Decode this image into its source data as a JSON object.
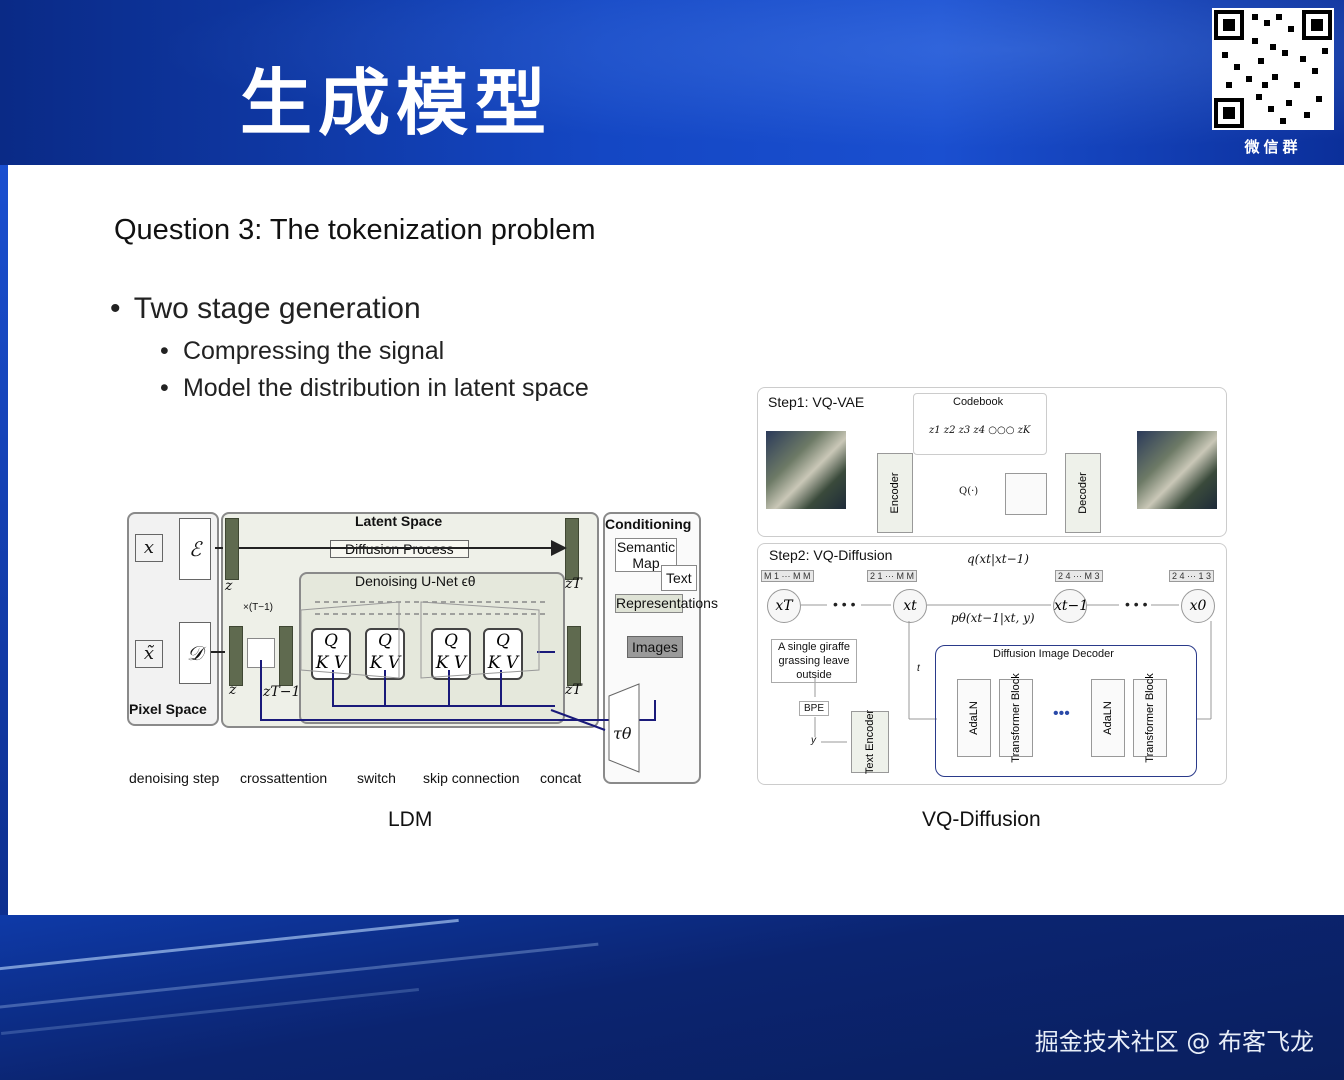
{
  "header": {
    "title": "生成模型",
    "qr_label": "微信群"
  },
  "slide": {
    "question": "Question 3: The tokenization problem",
    "bullets": {
      "main": "Two stage generation",
      "sub1": "Compressing the signal",
      "sub2": "Model the distribution in latent space"
    }
  },
  "ldm": {
    "caption": "LDM",
    "latent_space": "Latent Space",
    "diffusion_process": "Diffusion Process",
    "denoising_unet": "Denoising U-Net ϵθ",
    "pixel_space": "Pixel Space",
    "conditioning": "Conditioning",
    "cond_items": {
      "semantic_map": "Semantic Map",
      "text": "Text",
      "representations": "Representations",
      "images": "Images"
    },
    "symbols": {
      "x": "x",
      "enc": "ℰ",
      "xt": "x̃",
      "dec": "𝒟",
      "z": "z",
      "zT": "zT",
      "zT1": "zT−1",
      "tau": "τθ",
      "times": "×(T−1)"
    },
    "qkv": {
      "q": "Q",
      "kv": "K V"
    },
    "legend": {
      "denoising_step": "denoising step",
      "crossattention": "crossattention",
      "switch": "switch",
      "skip": "skip connection",
      "concat": "concat"
    }
  },
  "vq": {
    "caption": "VQ-Diffusion",
    "step1": "Step1: VQ-VAE",
    "codebook": "Codebook",
    "codebook_z": "z1 z2 z3 z4 ○○○ zK",
    "encoder": "Encoder",
    "decoder": "Decoder",
    "quant": "Q(·)",
    "step2": "Step2: VQ-Diffusion",
    "q_label": "q(xt|xt−1)",
    "p_label": "pθ(xt−1|xt, y)",
    "nodes": {
      "xT": "xT",
      "xt": "xt",
      "xt1": "xt−1",
      "x0": "x0"
    },
    "tokens": {
      "t1": "M 1 ··· M M",
      "t2": "2 1 ··· M M",
      "t3": "2 4 ··· M 3",
      "t4": "2 4 ··· 1 3"
    },
    "prompt": "A single giraffe grassing leave outside",
    "bpe": "BPE",
    "y": "y",
    "t": "t",
    "text_encoder": "Text Encoder",
    "did": "Diffusion Image Decoder",
    "adaln": "AdaLN",
    "transformer": "Transformer Block",
    "ellipsis": "•••"
  },
  "watermark": "掘金技术社区 @ 布客飞龙",
  "colors": {
    "header_blue": "#1447c4",
    "bar_olive": "#5f6a4f"
  }
}
